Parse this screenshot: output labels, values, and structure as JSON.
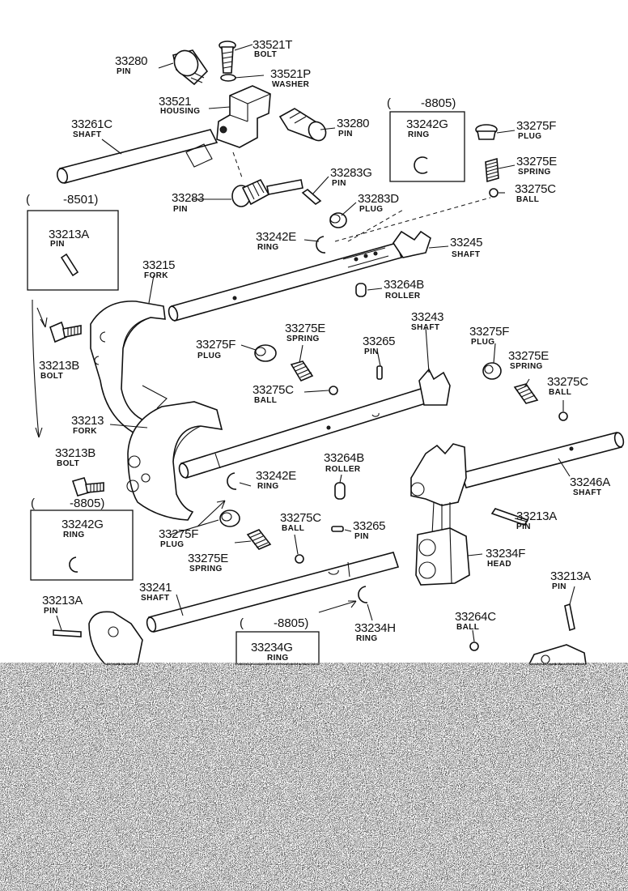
{
  "callouts": [
    {
      "part": "33521T",
      "name": "BOLT"
    },
    {
      "part": "33280",
      "name": "PIN"
    },
    {
      "part": "33521P",
      "name": "WASHER"
    },
    {
      "part": "33521",
      "name": "HOUSING"
    },
    {
      "part": "33280",
      "name": "PIN"
    },
    {
      "part": "33261C",
      "name": "SHAFT"
    },
    {
      "part": "33242G",
      "name": "RING"
    },
    {
      "part": "33275F",
      "name": "PLUG"
    },
    {
      "part": "33275E",
      "name": "SPRING"
    },
    {
      "part": "33283G",
      "name": "PIN"
    },
    {
      "part": "33275C",
      "name": "BALL"
    },
    {
      "part": "33283",
      "name": "PIN"
    },
    {
      "part": "33283D",
      "name": "PLUG"
    },
    {
      "part": "33213A",
      "name": "PIN"
    },
    {
      "part": "33242E",
      "name": "RING"
    },
    {
      "part": "33245",
      "name": "SHAFT"
    },
    {
      "part": "33215",
      "name": "FORK"
    },
    {
      "part": "33264B",
      "name": "ROLLER"
    },
    {
      "part": "33243",
      "name": "SHAFT"
    },
    {
      "part": "33213B",
      "name": "BOLT"
    },
    {
      "part": "33275F",
      "name": "PLUG"
    },
    {
      "part": "33275E",
      "name": "SPRING"
    },
    {
      "part": "33265",
      "name": "PIN"
    },
    {
      "part": "33275F",
      "name": "PLUG"
    },
    {
      "part": "33275E",
      "name": "SPRING"
    },
    {
      "part": "33275C",
      "name": "BALL"
    },
    {
      "part": "33275C",
      "name": "BALL"
    },
    {
      "part": "33213",
      "name": "FORK"
    },
    {
      "part": "33213B",
      "name": "BOLT"
    },
    {
      "part": "33264B",
      "name": "ROLLER"
    },
    {
      "part": "33242E",
      "name": "RING"
    },
    {
      "part": "33246A",
      "name": "SHAFT"
    },
    {
      "part": "33242G",
      "name": "RING"
    },
    {
      "part": "33275C",
      "name": "BALL"
    },
    {
      "part": "33265",
      "name": "PIN"
    },
    {
      "part": "33213A",
      "name": "PIN"
    },
    {
      "part": "33275F",
      "name": "PLUG"
    },
    {
      "part": "33234F",
      "name": "HEAD"
    },
    {
      "part": "33275E",
      "name": "SPRING"
    },
    {
      "part": "33241",
      "name": "SHAFT"
    },
    {
      "part": "33213A",
      "name": "PIN"
    },
    {
      "part": "33213A",
      "name": "PIN"
    },
    {
      "part": "33264C",
      "name": "BALL"
    },
    {
      "part": "33234H",
      "name": "RING"
    },
    {
      "part": "33234G",
      "name": "RING"
    }
  ],
  "date_brackets": [
    {
      "open": "(",
      "label": "-8805)"
    },
    {
      "open": "(",
      "label": "-8501)"
    },
    {
      "open": "(",
      "label": "-8805)"
    },
    {
      "open": "(",
      "label": "-8805)"
    }
  ],
  "noise_band": {
    "description_visible": false
  }
}
